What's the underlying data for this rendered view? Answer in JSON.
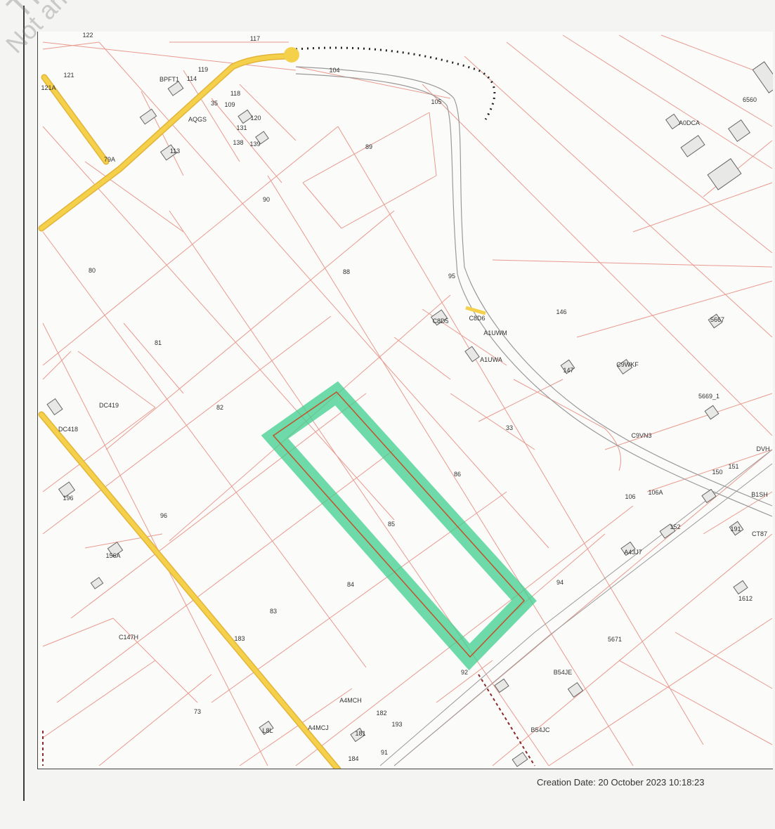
{
  "map": {
    "plot_labels": [
      {
        "id": "122",
        "text": "122"
      },
      {
        "id": "117",
        "text": "117"
      },
      {
        "id": "104",
        "text": "104"
      },
      {
        "id": "121",
        "text": "121"
      },
      {
        "id": "121A",
        "text": "121A"
      },
      {
        "id": "BPFT1",
        "text": "BPFT1"
      },
      {
        "id": "114",
        "text": "114"
      },
      {
        "id": "119",
        "text": "119"
      },
      {
        "id": "118",
        "text": "118"
      },
      {
        "id": "35",
        "text": "35"
      },
      {
        "id": "109",
        "text": "109"
      },
      {
        "id": "AQGS",
        "text": "AQGS"
      },
      {
        "id": "120",
        "text": "120"
      },
      {
        "id": "131",
        "text": "131"
      },
      {
        "id": "138",
        "text": "138"
      },
      {
        "id": "139",
        "text": "139"
      },
      {
        "id": "113",
        "text": "113"
      },
      {
        "id": "79A",
        "text": "79A"
      },
      {
        "id": "105",
        "text": "105"
      },
      {
        "id": "89",
        "text": "89"
      },
      {
        "id": "90",
        "text": "90"
      },
      {
        "id": "6560",
        "text": "6560"
      },
      {
        "id": "A0DCA",
        "text": "A0DCA"
      },
      {
        "id": "80",
        "text": "80"
      },
      {
        "id": "88",
        "text": "88"
      },
      {
        "id": "95",
        "text": "95"
      },
      {
        "id": "C8D5",
        "text": "C8D5"
      },
      {
        "id": "C8D6",
        "text": "C8D6"
      },
      {
        "id": "146",
        "text": "146"
      },
      {
        "id": "5667",
        "text": "5667"
      },
      {
        "id": "A1UWM",
        "text": "A1UWM"
      },
      {
        "id": "A1UWA",
        "text": "A1UWA"
      },
      {
        "id": "147",
        "text": "147"
      },
      {
        "id": "C9WKF",
        "text": "C9WKF"
      },
      {
        "id": "81",
        "text": "81"
      },
      {
        "id": "DC419",
        "text": "DC419"
      },
      {
        "id": "DC418",
        "text": "DC418"
      },
      {
        "id": "82",
        "text": "82"
      },
      {
        "id": "5669_1",
        "text": "5669_1"
      },
      {
        "id": "33",
        "text": "33"
      },
      {
        "id": "C9VN3",
        "text": "C9VN3"
      },
      {
        "id": "86",
        "text": "86"
      },
      {
        "id": "DVH",
        "text": "DVH"
      },
      {
        "id": "150",
        "text": "150"
      },
      {
        "id": "151",
        "text": "151"
      },
      {
        "id": "196",
        "text": "196"
      },
      {
        "id": "106",
        "text": "106"
      },
      {
        "id": "106A",
        "text": "106A"
      },
      {
        "id": "B1SH",
        "text": "B1SH"
      },
      {
        "id": "96",
        "text": "96"
      },
      {
        "id": "85",
        "text": "85"
      },
      {
        "id": "152",
        "text": "152"
      },
      {
        "id": "191",
        "text": "191"
      },
      {
        "id": "CT87",
        "text": "CT87"
      },
      {
        "id": "156A",
        "text": "156A"
      },
      {
        "id": "A43J7",
        "text": "A43J7"
      },
      {
        "id": "84",
        "text": "84"
      },
      {
        "id": "94",
        "text": "94"
      },
      {
        "id": "1612",
        "text": "1612"
      },
      {
        "id": "83",
        "text": "83"
      },
      {
        "id": "C147H",
        "text": "C147H"
      },
      {
        "id": "183",
        "text": "183"
      },
      {
        "id": "5671",
        "text": "5671"
      },
      {
        "id": "92",
        "text": "92"
      },
      {
        "id": "B54JE",
        "text": "B54JE"
      },
      {
        "id": "A4MCH",
        "text": "A4MCH"
      },
      {
        "id": "73",
        "text": "73"
      },
      {
        "id": "182",
        "text": "182"
      },
      {
        "id": "193",
        "text": "193"
      },
      {
        "id": "A4MCJ",
        "text": "A4MCJ"
      },
      {
        "id": "181",
        "text": "181"
      },
      {
        "id": "B54JC",
        "text": "B54JC"
      },
      {
        "id": "91",
        "text": "91"
      },
      {
        "id": "184",
        "text": "184"
      },
      {
        "id": "L8L",
        "text": "L8L"
      }
    ],
    "colors": {
      "boundary": "#e89a8e",
      "road": "#f5d04a",
      "road_edge": "#e2b53a",
      "highlight_fill": "#3fcf8e",
      "highlight_edge": "#c2522a",
      "track": "#9a9a9a",
      "building": "#666666"
    }
  },
  "watermark": {
    "main": "This is not an official copy of the PRA map",
    "secondary": "Not an official map"
  },
  "footer": {
    "creation_date": "Creation Date: 20 October 2023 10:18:23"
  }
}
